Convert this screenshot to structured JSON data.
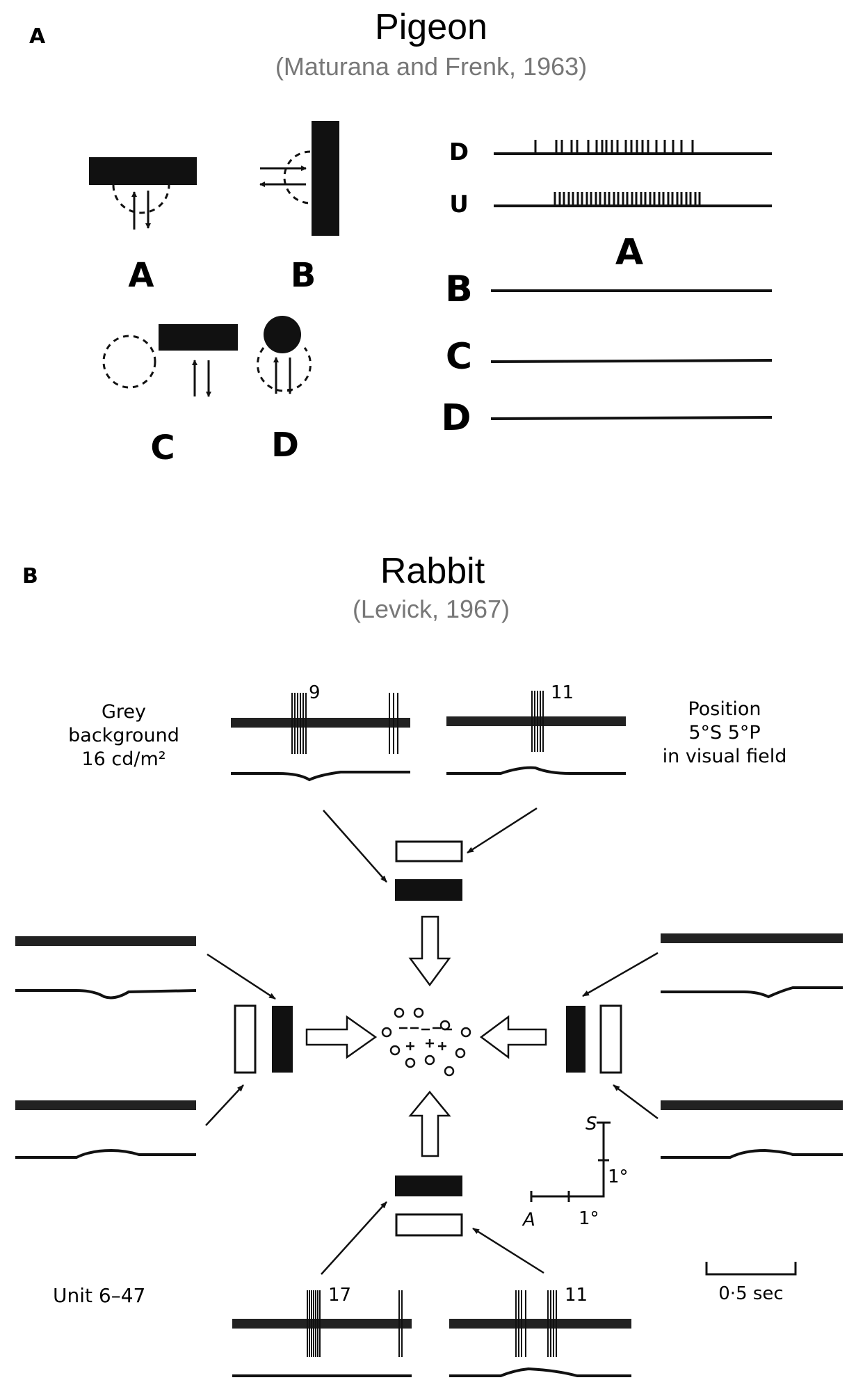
{
  "panel_a": {
    "label": "A",
    "title": "Pigeon",
    "citation": "(Maturana and Frenk, 1963)",
    "stimulus_labels": [
      "A",
      "B",
      "C",
      "D"
    ],
    "trace_labels": {
      "d": "D",
      "u": "U",
      "group": "A",
      "b": "B",
      "c": "C",
      "dd": "D"
    }
  },
  "panel_b": {
    "label": "B",
    "title": "Rabbit",
    "citation": "(Levick, 1967)",
    "background_note": [
      "Grey",
      "background",
      "16 cd/m²"
    ],
    "position_note": [
      "Position",
      "5°S 5°P",
      "in visual field"
    ],
    "spike_counts": {
      "top_left": "9",
      "top_right": "11",
      "bottom_left": "17",
      "bottom_right": "11"
    },
    "unit": "Unit 6–47",
    "scale": {
      "s": "S",
      "a": "A",
      "deg_v": "1°",
      "deg_h": "1°",
      "time": "0·5 sec"
    }
  },
  "colors": {
    "title": "#000000",
    "citation": "#777777",
    "ink": "#111111"
  }
}
